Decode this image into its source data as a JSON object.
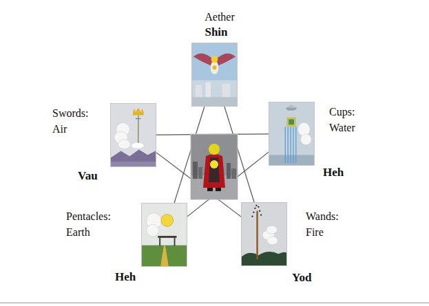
{
  "diagram": {
    "nodes": [
      {
        "text": [
          "Aether",
          "Shin"
        ]
      },
      {
        "text": [
          "Swords: Air",
          "Vau"
        ]
      },
      {
        "text": [
          "Cups: Water",
          "Heh"
        ]
      },
      {
        "text": [
          "Pentacles: Earth",
          "Heh"
        ]
      },
      {
        "text": [
          "Wands: Fire",
          "Yod"
        ]
      }
    ],
    "edges": [
      {
        "from": 0,
        "to": 3,
        "arrow": "none"
      },
      {
        "from": 0,
        "to": 4,
        "arrow": "none"
      },
      {
        "from": 1,
        "to": 2,
        "arrow": "none"
      },
      {
        "from": 1,
        "to": 4,
        "arrow": "none"
      },
      {
        "from": 2,
        "to": 3,
        "arrow": "none"
      }
    ]
  }
}
